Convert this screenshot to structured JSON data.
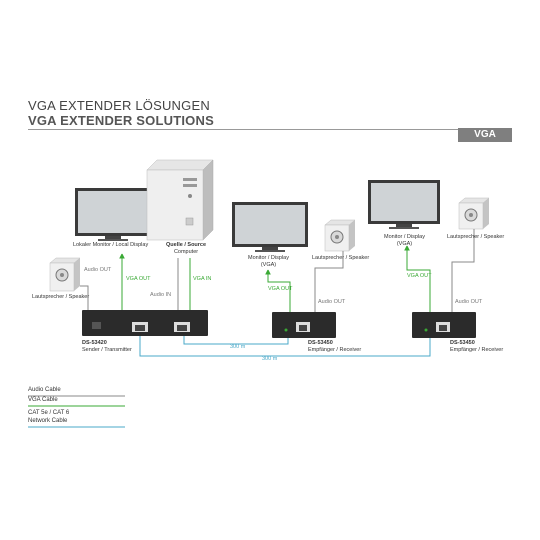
{
  "header": {
    "title_de": "VGA EXTENDER LÖSUNGEN",
    "title_en": "VGA EXTENDER SOLUTIONS",
    "badge": "VGA"
  },
  "devices": {
    "local_monitor": "Lokaler Monitor / Local Display",
    "source_prefix": "Quelle / Source",
    "source_computer": "Computer",
    "speaker_left": "Lautsprecher / Speaker",
    "monitor_mid": "Monitor / Display",
    "monitor_mid_sub": "(VGA)",
    "speaker_mid": "Lautsprecher / Speaker",
    "monitor_right": "Monitor / Display",
    "monitor_right_sub": "(VGA)",
    "speaker_right": "Lautsprecher / Speaker"
  },
  "units": {
    "sender_model": "DS-53420",
    "sender_role": "Sender / Transmitter",
    "recv1_model": "DS-53450",
    "recv1_role": "Empfänger / Receiver",
    "recv2_model": "DS-53450",
    "recv2_role": "Empfänger / Receiver"
  },
  "cables": {
    "audio_out_left": "Audio OUT",
    "vga_out_left": "VGA OUT",
    "audio_in": "Audio IN",
    "vga_in": "VGA IN",
    "vga_out_mid": "VGA OUT",
    "audio_out_mid": "Audio OUT",
    "vga_out_right": "VGA OUT",
    "audio_out_right": "Audio OUT",
    "dist1": "300 m",
    "dist2": "300 m"
  },
  "legend": {
    "audio": "Audio Cable",
    "vga": "VGA Cable",
    "network_line1": "CAT 5e / CAT 6",
    "network_line2": "Network Cable"
  },
  "colors": {
    "audio": "#8a8a8a",
    "vga": "#3aa935",
    "network": "#4aa8c8",
    "badge": "#7f7f7f"
  }
}
